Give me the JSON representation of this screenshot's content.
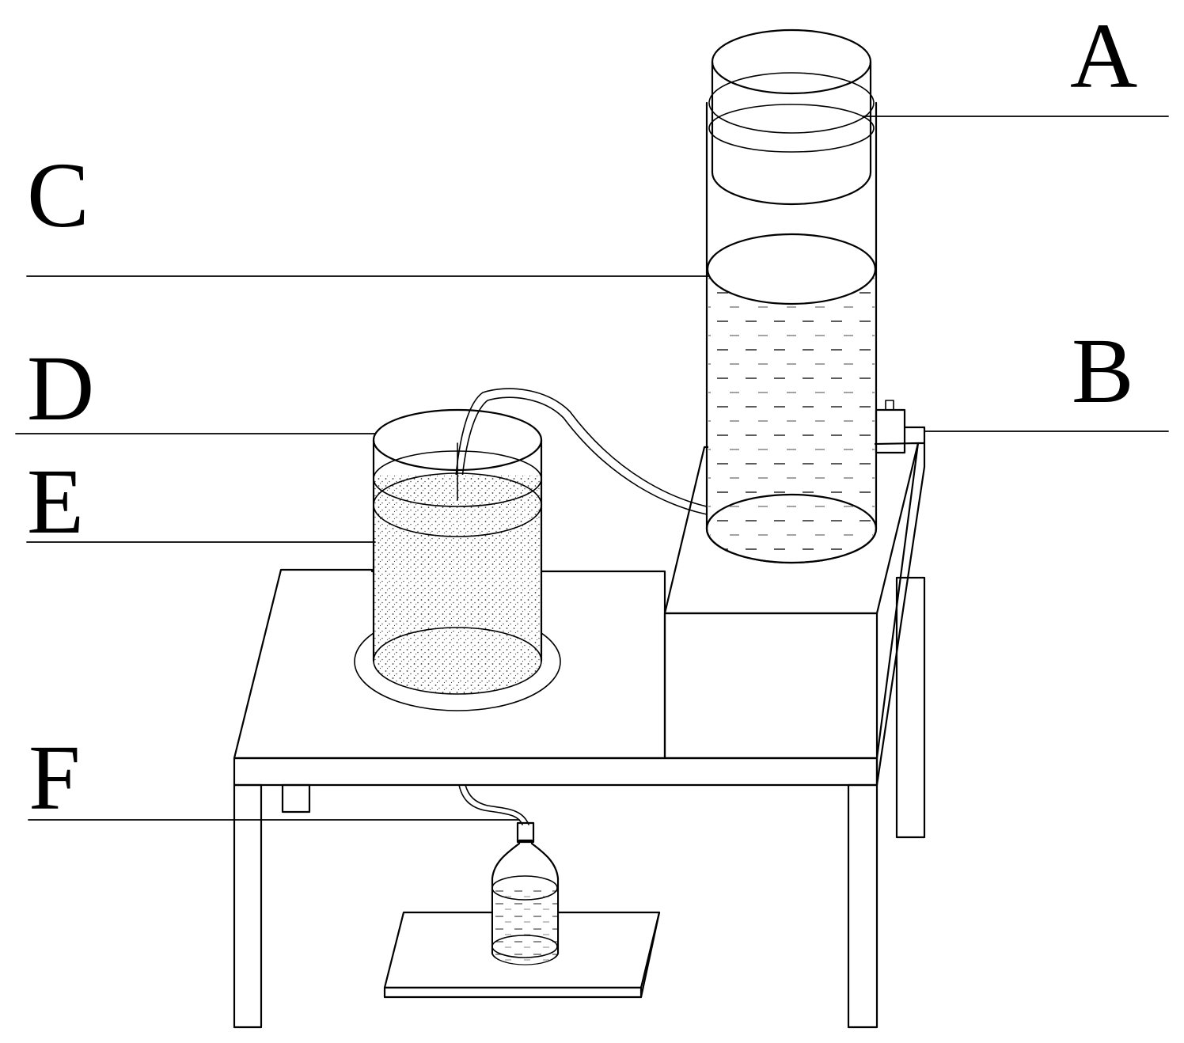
{
  "labels": {
    "A": "A",
    "B": "B",
    "C": "C",
    "D": "D",
    "E": "E",
    "F": "F"
  },
  "colors": {
    "ink": "#000000",
    "background": "#ffffff"
  }
}
